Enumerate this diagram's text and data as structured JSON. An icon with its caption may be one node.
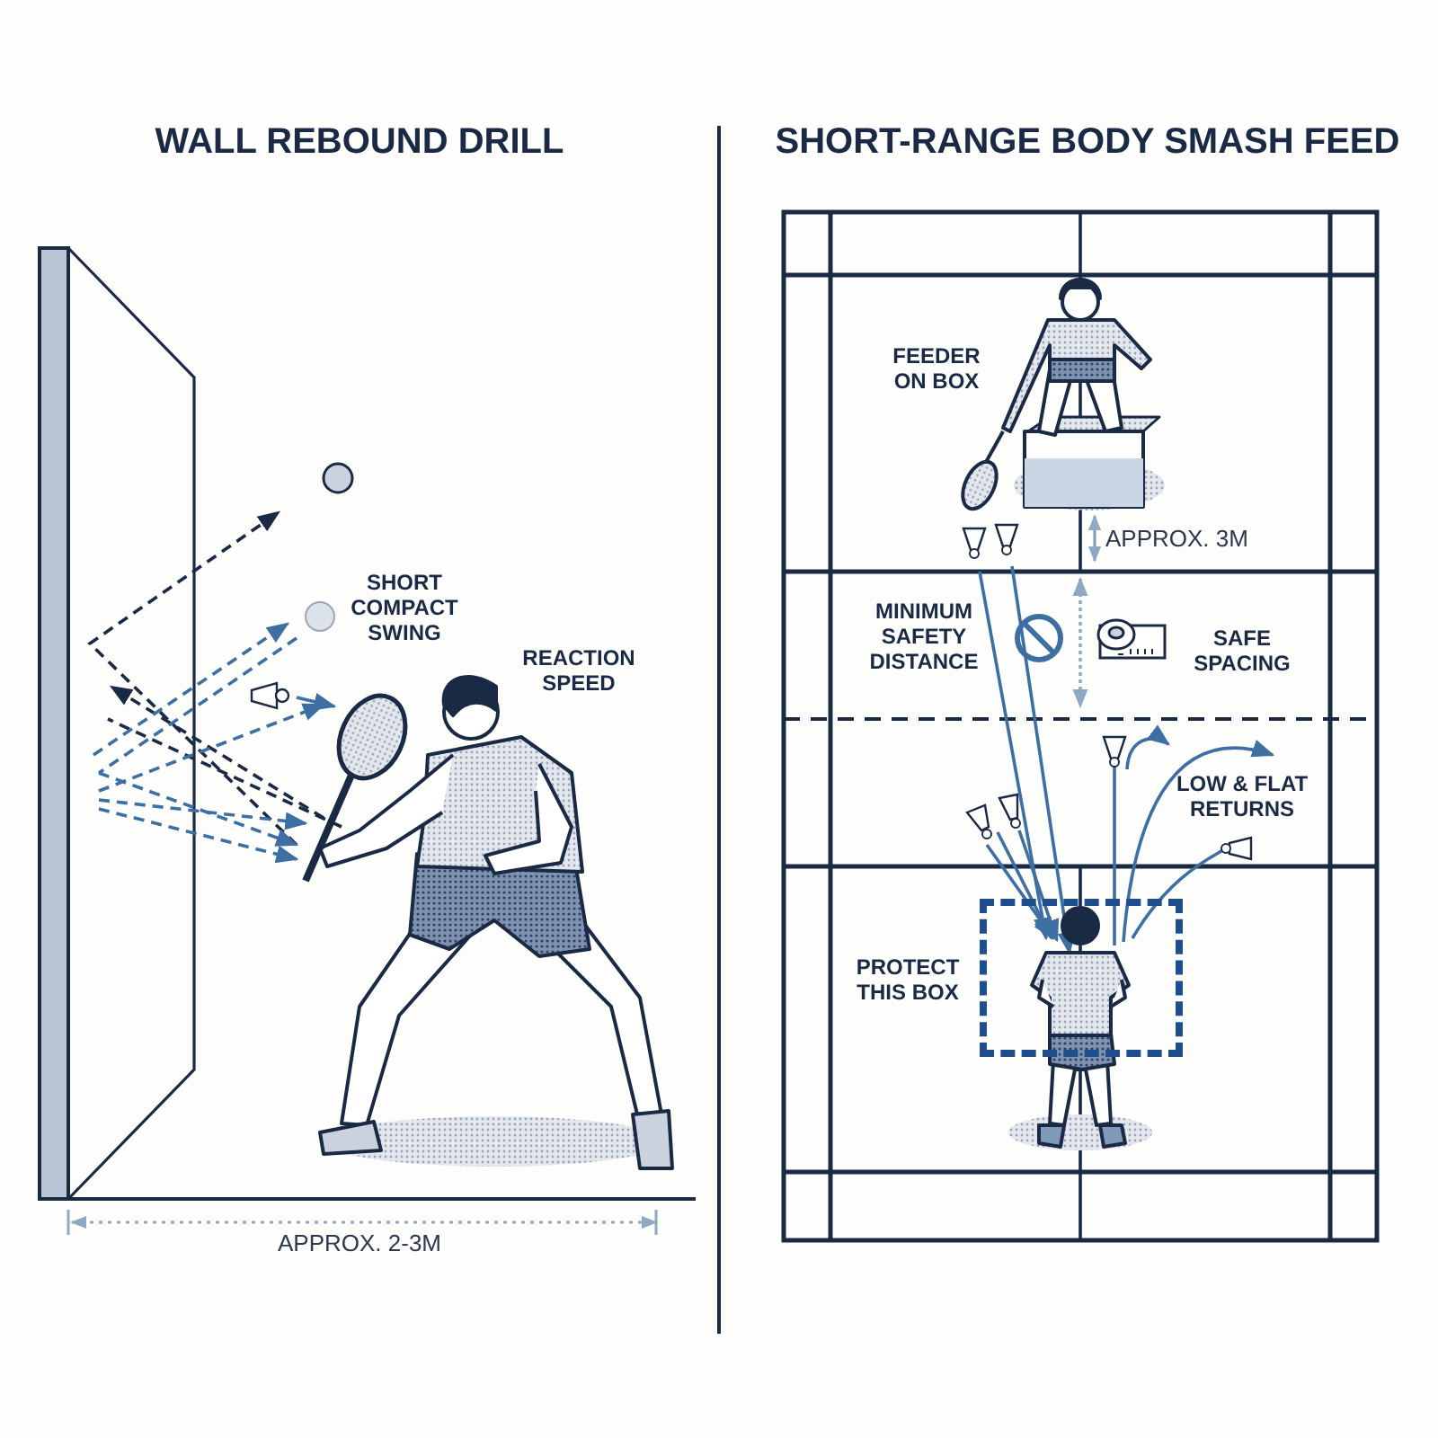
{
  "diagram": {
    "nodes": [
      {
        "text": [],
        "shape": "box",
        "beside": [
          "PROTECT THIS BOX"
        ]
      }
    ],
    "labels": [
      "WALL REBOUND DRILL",
      "SHORT-RANGE BODY SMASH FEED",
      "SHORT COMPACT SWING",
      "REACTION SPEED",
      "APPROX. 2-3M",
      "FEEDER ON BOX",
      "APPROX. 3M",
      "MINIMUM SAFETY DISTANCE",
      "SAFE SPACING",
      "LOW & FLAT RETURNS"
    ]
  }
}
